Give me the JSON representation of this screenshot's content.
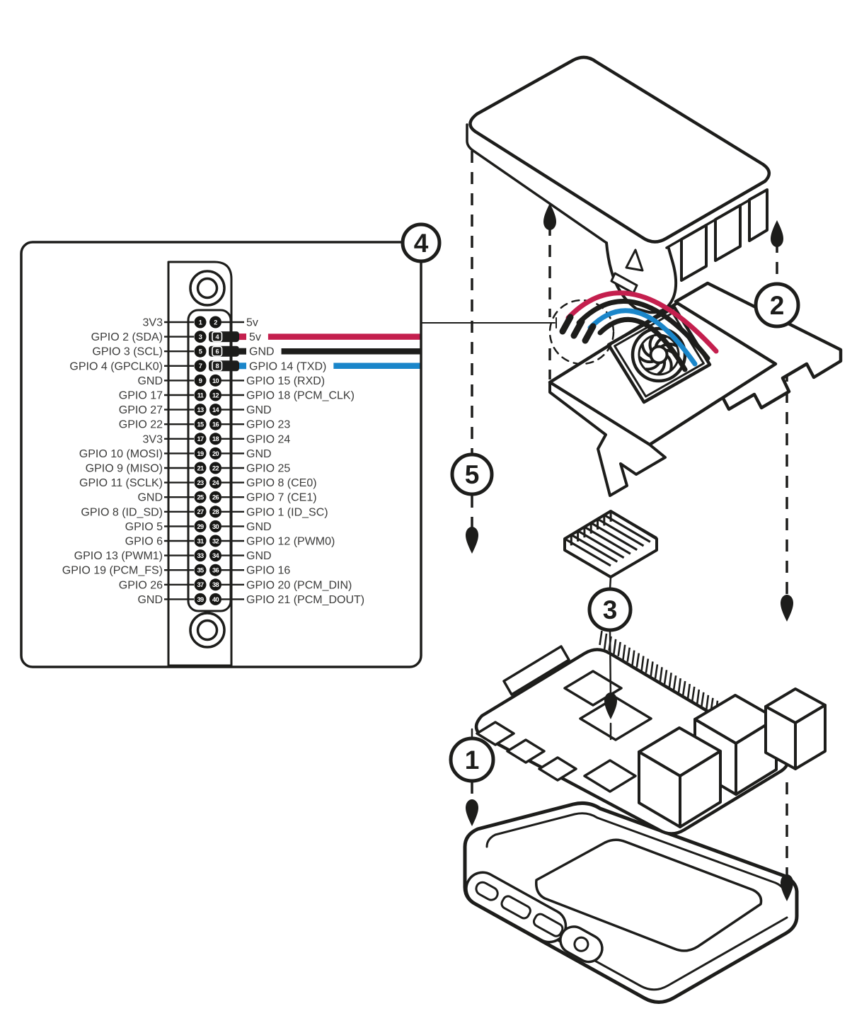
{
  "diagram_type": "raspberry-pi-case-fan-assembly-exploded-view",
  "pinout": {
    "rows": [
      {
        "left": "3V3",
        "right": "5v",
        "odd": 1,
        "even": 2,
        "wire": null
      },
      {
        "left": "GPIO 2 (SDA)",
        "right": "5v",
        "odd": 3,
        "even": 4,
        "wire": "red"
      },
      {
        "left": "GPIO 3 (SCL)",
        "right": "GND",
        "odd": 5,
        "even": 6,
        "wire": "black"
      },
      {
        "left": "GPIO 4 (GPCLK0)",
        "right": "GPIO 14 (TXD)",
        "odd": 7,
        "even": 8,
        "wire": "blue"
      },
      {
        "left": "GND",
        "right": "GPIO 15 (RXD)",
        "odd": 9,
        "even": 10,
        "wire": null
      },
      {
        "left": "GPIO 17",
        "right": "GPIO 18 (PCM_CLK)",
        "odd": 11,
        "even": 12,
        "wire": null
      },
      {
        "left": "GPIO 27",
        "right": "GND",
        "odd": 13,
        "even": 14,
        "wire": null
      },
      {
        "left": "GPIO 22",
        "right": "GPIO 23",
        "odd": 15,
        "even": 16,
        "wire": null
      },
      {
        "left": "3V3",
        "right": "GPIO 24",
        "odd": 17,
        "even": 18,
        "wire": null
      },
      {
        "left": "GPIO 10 (MOSI)",
        "right": "GND",
        "odd": 19,
        "even": 20,
        "wire": null
      },
      {
        "left": "GPIO 9 (MISO)",
        "right": "GPIO 25",
        "odd": 21,
        "even": 22,
        "wire": null
      },
      {
        "left": "GPIO 11 (SCLK)",
        "right": "GPIO 8 (CE0)",
        "odd": 23,
        "even": 24,
        "wire": null
      },
      {
        "left": "GND",
        "right": "GPIO 7 (CE1)",
        "odd": 25,
        "even": 26,
        "wire": null
      },
      {
        "left": "GPIO 8 (ID_SD)",
        "right": "GPIO 1 (ID_SC)",
        "odd": 27,
        "even": 28,
        "wire": null
      },
      {
        "left": "GPIO 5",
        "right": "GND",
        "odd": 29,
        "even": 30,
        "wire": null
      },
      {
        "left": "GPIO 6",
        "right": "GPIO 12 (PWM0)",
        "odd": 31,
        "even": 32,
        "wire": null
      },
      {
        "left": "GPIO 13 (PWM1)",
        "right": "GND",
        "odd": 33,
        "even": 34,
        "wire": null
      },
      {
        "left": "GPIO 19 (PCM_FS)",
        "right": "GPIO 16",
        "odd": 35,
        "even": 36,
        "wire": null
      },
      {
        "left": "GPIO 26",
        "right": "GPIO 20 (PCM_DIN)",
        "odd": 37,
        "even": 38,
        "wire": null
      },
      {
        "left": "GND",
        "right": "GPIO 21 (PCM_DOUT)",
        "odd": 39,
        "even": 40,
        "wire": null
      }
    ]
  },
  "fan_wiring": [
    {
      "pin": 4,
      "signal": "5v",
      "color": "red"
    },
    {
      "pin": 6,
      "signal": "GND",
      "color": "black"
    },
    {
      "pin": 8,
      "signal": "GPIO 14 (TXD)",
      "color": "blue"
    }
  ],
  "callouts": [
    {
      "n": "1"
    },
    {
      "n": "2"
    },
    {
      "n": "3"
    },
    {
      "n": "4"
    },
    {
      "n": "5"
    }
  ],
  "colors": {
    "outline": "#1d1d1b",
    "text": "#3b3b3a",
    "pcb_green": "#3e9b3d",
    "hole_yellow": "#e4ce1e",
    "wire_red": "#c41f4e",
    "wire_black": "#1d1d1b",
    "wire_blue": "#1a86ca"
  }
}
